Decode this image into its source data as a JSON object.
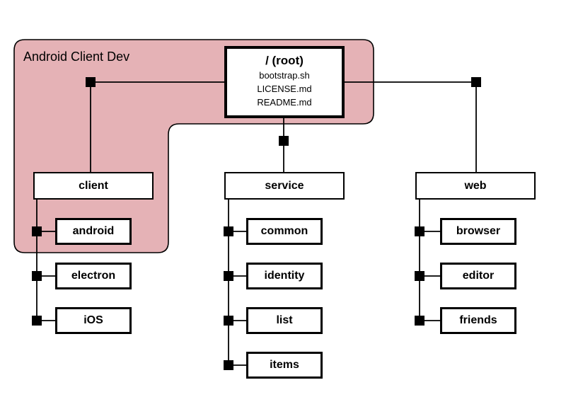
{
  "diagram": {
    "group_label": "Android Client Dev",
    "root": {
      "title": "/ (root)",
      "files": [
        "bootstrap.sh",
        "LICENSE.md",
        "README.md"
      ]
    },
    "branches": [
      {
        "label": "client",
        "children": [
          "android",
          "electron",
          "iOS"
        ]
      },
      {
        "label": "service",
        "children": [
          "common",
          "identity",
          "list",
          "items"
        ]
      },
      {
        "label": "web",
        "children": [
          "browser",
          "editor",
          "friends"
        ]
      }
    ],
    "colors": {
      "group_fill": "#e5b2b6",
      "group_stroke": "#000000",
      "node_fill": "#ffffff",
      "node_stroke": "#000000",
      "connector": "#000000"
    }
  }
}
